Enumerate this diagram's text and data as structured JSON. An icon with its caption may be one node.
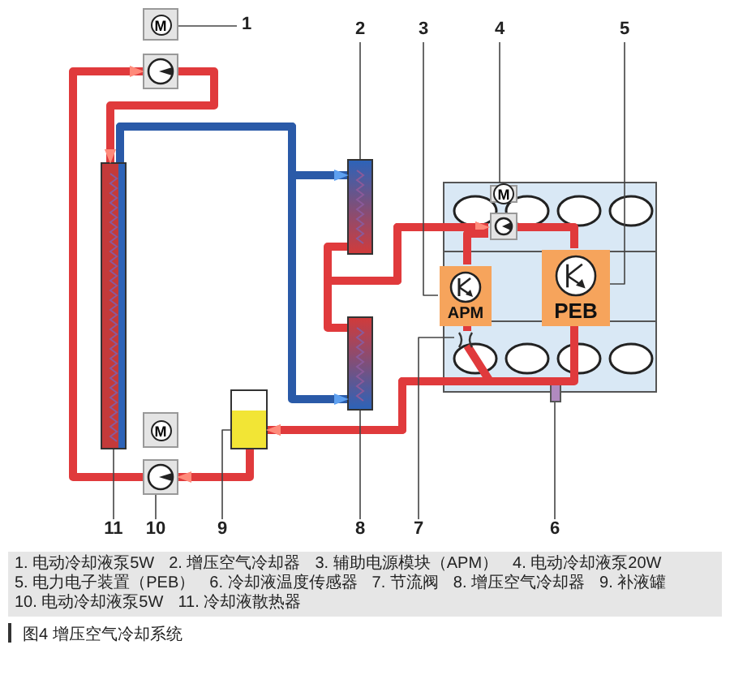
{
  "diagram": {
    "caption": "图4 增压空气冷却系统",
    "nodes": [
      {
        "text": [
          "M"
        ]
      },
      {
        "text": [],
        "shape": "circle"
      },
      {
        "text": [],
        "shape": "bar"
      },
      {
        "text": [],
        "shape": "bar"
      },
      {
        "text": [],
        "shape": "bar"
      },
      {
        "text": [],
        "shape": "box"
      },
      {
        "text": [
          "M"
        ],
        "in": 5
      },
      {
        "text": [],
        "shape": "circle",
        "in": 5
      },
      {
        "text": [
          "APM"
        ],
        "in": 5
      },
      {
        "text": [
          "PEB"
        ],
        "in": 5
      },
      {
        "text": [],
        "shape": "bar"
      },
      {
        "text": [],
        "shape": "bar",
        "in": 5
      },
      {
        "text": [],
        "shape": "box"
      },
      {
        "text": [
          "M"
        ]
      },
      {
        "text": [],
        "shape": "circle"
      },
      {
        "text": [
          "1"
        ]
      },
      {
        "text": [
          "2"
        ]
      },
      {
        "text": [
          "3"
        ]
      },
      {
        "text": [
          "4"
        ]
      },
      {
        "text": [
          "5"
        ]
      },
      {
        "text": [
          "6"
        ]
      },
      {
        "text": [
          "7"
        ]
      },
      {
        "text": [
          "8"
        ]
      },
      {
        "text": [
          "9"
        ]
      },
      {
        "text": [
          "10"
        ]
      },
      {
        "text": [
          "11"
        ]
      }
    ],
    "edges": [
      {
        "from": 14,
        "to": 1,
        "arrow": "to",
        "color": "#e03a3c"
      },
      {
        "from": 1,
        "to": 2,
        "arrow": "to",
        "color": "#e03a3c"
      },
      {
        "from": 2,
        "to": 3,
        "arrow": "to",
        "color": "#2a5aa8"
      },
      {
        "from": 2,
        "to": 4,
        "arrow": "to",
        "color": "#2a5aa8"
      },
      {
        "from": 3,
        "to": 7,
        "arrow": "to",
        "color": "#e03a3c"
      },
      {
        "from": 4,
        "to": 7,
        "arrow": "to",
        "color": "#e03a3c"
      },
      {
        "from": 7,
        "to": 9,
        "arrow": "none",
        "color": "#e03a3c"
      },
      {
        "from": 7,
        "to": 8,
        "arrow": "none",
        "color": "#e03a3c"
      },
      {
        "from": 8,
        "to": 11,
        "arrow": "none",
        "color": "#e03a3c"
      },
      {
        "from": 11,
        "to": 12,
        "arrow": "to",
        "color": "#e03a3c"
      },
      {
        "from": 9,
        "to": 12,
        "arrow": "to",
        "color": "#e03a3c"
      },
      {
        "from": 12,
        "to": 14,
        "arrow": "to",
        "color": "#e03a3c"
      },
      {
        "from": 15,
        "to": 0,
        "arrow": "none"
      },
      {
        "from": 16,
        "to": 3,
        "arrow": "none"
      },
      {
        "from": 17,
        "to": 8,
        "arrow": "none"
      },
      {
        "from": 18,
        "to": 6,
        "arrow": "none"
      },
      {
        "from": 19,
        "to": 9,
        "arrow": "none"
      },
      {
        "from": 20,
        "to": 10,
        "arrow": "none"
      },
      {
        "from": 21,
        "to": 11,
        "arrow": "none"
      },
      {
        "from": 22,
        "to": 4,
        "arrow": "none"
      },
      {
        "from": 23,
        "to": 12,
        "arrow": "none"
      },
      {
        "from": 24,
        "to": 14,
        "arrow": "none"
      },
      {
        "from": 25,
        "to": 2,
        "arrow": "none"
      }
    ],
    "labels": [
      "1. 电动冷却液泵5W",
      "2. 增压空气冷却器",
      "3. 辅助电源模块（APM）",
      "4. 电动冷却液泵20W",
      "5. 电力电子装置（PEB）",
      "6. 冷却液温度传感器",
      "7. 节流阀",
      "8. 增压空气冷却器",
      "9. 补液罐",
      "10. 电动冷却液泵5W",
      "11. 冷却液散热器"
    ]
  }
}
